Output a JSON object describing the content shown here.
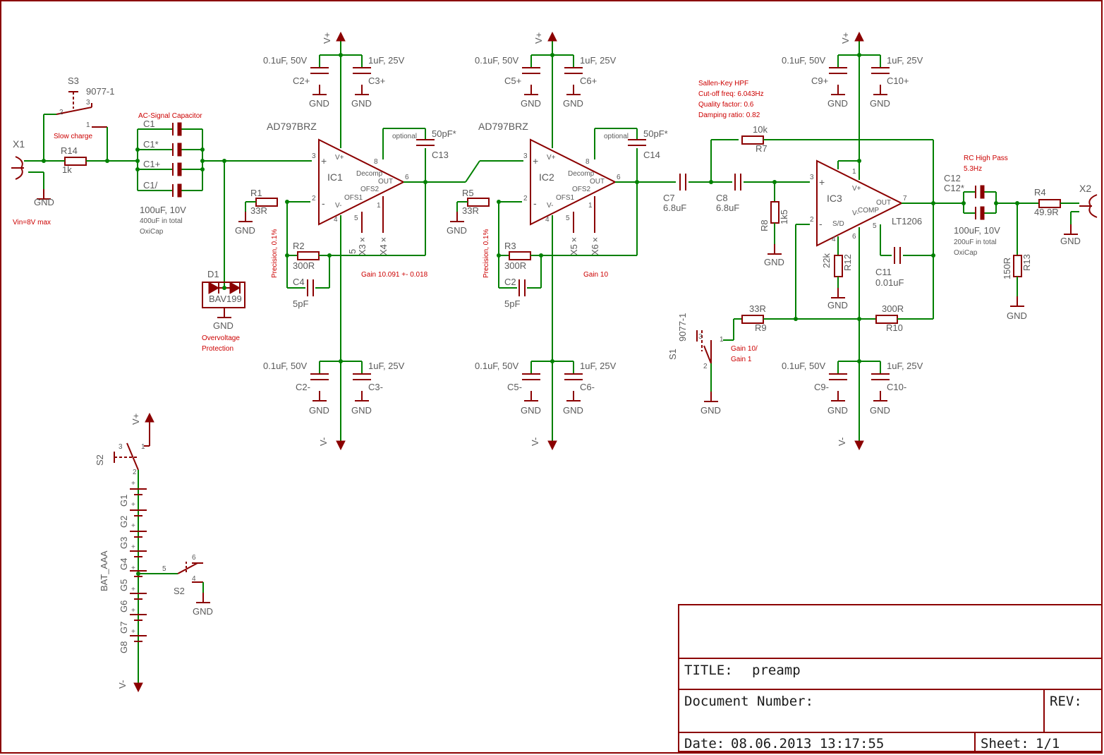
{
  "title_block": {
    "title_label": "TITLE:",
    "title_value": "preamp",
    "document_number_label": "Document Number:",
    "rev_label": "REV:",
    "date_label": "Date:",
    "date_value": "08.06.2013 13:17:55",
    "sheet_label": "Sheet:",
    "sheet_value": "1/1"
  },
  "components": {
    "X1": "X1",
    "X2": "X2",
    "S1": "S1",
    "S2": "S2",
    "S3": "S3",
    "sw_9077": "9077-1",
    "R14": "R14",
    "R14v": "1k",
    "C1a": "C1",
    "C1b": "C1*",
    "C1c": "C1+",
    "C1d": "C1/",
    "C1_value": "100uF, 10V",
    "C1_total": "400uF in total",
    "oxicap": "OxiCap",
    "D1": "D1",
    "D1v": "BAV199",
    "IC1": "IC1",
    "IC2": "IC2",
    "IC3": "IC3",
    "AD797": "AD797BRZ",
    "LT1206": "LT1206",
    "R1": "R1",
    "R5": "R5",
    "R33": "33R",
    "R2": "R2",
    "R3": "R3",
    "R300": "300R",
    "C4": "C4",
    "C2": "C2",
    "C5pf": "5pF",
    "C13": "C13",
    "C14": "C14",
    "C50pf": "50pF*",
    "optional": "optional",
    "C2p": "C2+",
    "C3p": "C3+",
    "C2m": "C2-",
    "C3m": "C3-",
    "C5p": "C5+",
    "C6p": "C6+",
    "C5m": "C5-",
    "C6m": "C6-",
    "C9p": "C9+",
    "C10p": "C10+",
    "C9m": "C9-",
    "C10m": "C10-",
    "v01uF": "0.1uF, 50V",
    "v1uF": "1uF, 25V",
    "C7": "C7",
    "C8": "C8",
    "v68uF": "6.8uF",
    "R7": "R7",
    "R7v": "10k",
    "R8": "R8",
    "R8v": "1k5",
    "R9": "R9",
    "R10": "R10",
    "R12": "R12",
    "R12v": "22k",
    "C11": "C11",
    "C11v": "0.01uF",
    "C12": "C12",
    "C12s": "C12*",
    "C12_value": "100uF, 10V",
    "C12_total": "200uF in total",
    "R4": "R4",
    "R4v": "49.9R",
    "R13": "R13",
    "R13v": "150R",
    "BAT": "BAT_AAA",
    "cells": [
      "G1",
      "G2",
      "G3",
      "G4",
      "G5",
      "G6",
      "G7",
      "G8"
    ],
    "GND": "GND",
    "Vp": "V+",
    "Vm": "V-"
  },
  "annotations": {
    "vin": "Vin=8V max",
    "slow_charge": "Slow charge",
    "ac_cap": "AC-Signal Capacitor",
    "overvoltage": "Overvoltage",
    "protection": "Protection",
    "precision": "Precision, 0.1%",
    "gain1": "Gain 10.091 +- 0.018",
    "gain2": "Gain 10",
    "sallen": [
      "Sallen-Key HPF",
      "Cut-off freq: 6.043Hz",
      "Quality factor: 0.6",
      "Damping ratio: 0.82"
    ],
    "rc_hp": [
      "RC High Pass",
      "5.3Hz"
    ],
    "gain_sw": [
      "Gain 10/",
      "Gain 1"
    ]
  },
  "pins": {
    "plus": "+",
    "minus": "-",
    "vplus": "V+",
    "vminus": "V-",
    "decomp": "Decomp",
    "out": "OUT",
    "ofs1": "OFS1",
    "ofs2": "OFS2",
    "comp": "COMP",
    "sd": "S/D",
    "p1": "1",
    "p2": "2",
    "p3": "3",
    "p4": "4",
    "p5": "5",
    "p6": "6",
    "p7": "7",
    "p8": "8"
  },
  "colors": {
    "symbol": "#8b0000",
    "wire": "#008000",
    "annotation": "#cc0000",
    "text": "#5a5a5a"
  }
}
